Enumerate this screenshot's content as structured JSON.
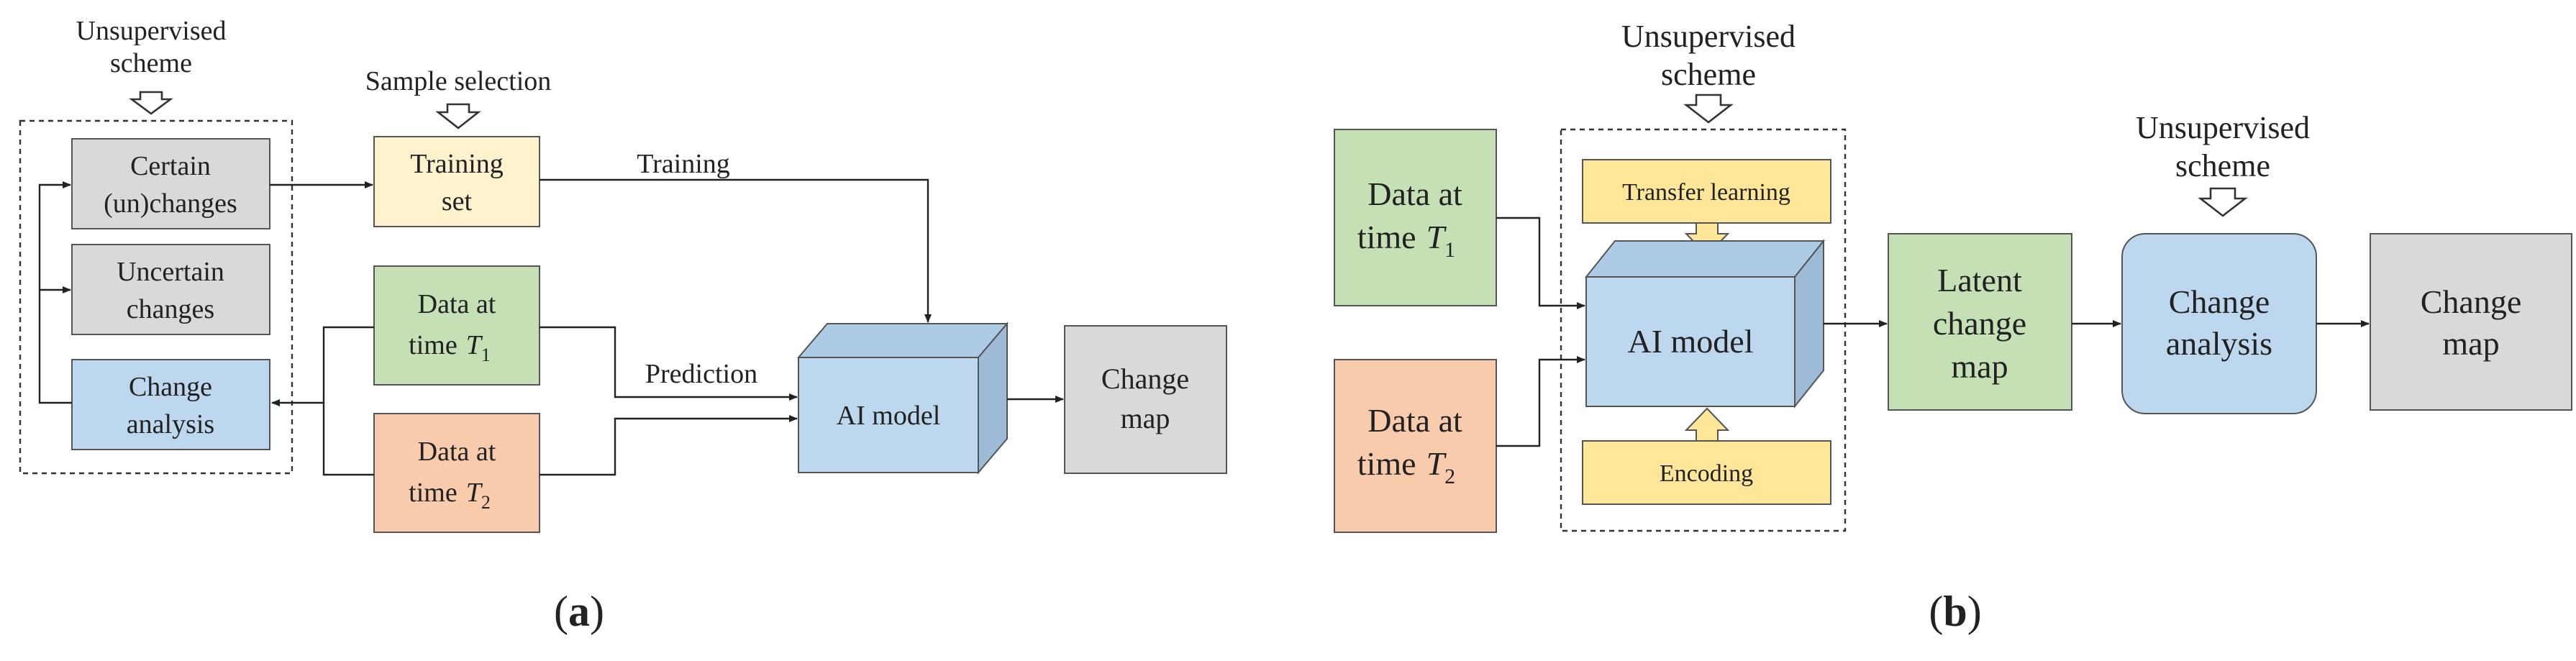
{
  "colors": {
    "gray": "#d9d9d9",
    "green": "#c5e0b4",
    "orange": "#f8cbad",
    "blue": "#bdd7ee",
    "cream": "#fff2cc",
    "yellow": "#ffe699",
    "cube_side": "#9dbad6",
    "cube_top": "#aecbe6",
    "line": "#222222"
  },
  "panel_a": {
    "unsupervised_scheme": [
      "Unsupervised",
      "scheme"
    ],
    "sample_selection": "Sample selection",
    "certain_changes": [
      "Certain",
      "(un)changes"
    ],
    "uncertain_changes": [
      "Uncertain",
      "changes"
    ],
    "change_analysis": [
      "Change",
      "analysis"
    ],
    "training_set": [
      "Training",
      "set"
    ],
    "training_label": "Training",
    "data_t1": [
      "Data at",
      "time"
    ],
    "data_t2": [
      "Data at",
      "time"
    ],
    "prediction_label": "Prediction",
    "ai_model": "AI model",
    "change_map": [
      "Change",
      "map"
    ],
    "caption": "(a)"
  },
  "panel_b": {
    "unsupervised_scheme_top": [
      "Unsupervised",
      "scheme"
    ],
    "data_t1": [
      "Data at",
      "time"
    ],
    "data_t2": [
      "Data at",
      "time"
    ],
    "transfer_learning": "Transfer learning",
    "ai_model": "AI model",
    "encoding": "Encoding",
    "latent_change_map": [
      "Latent",
      "change",
      "map"
    ],
    "unsupervised_scheme_right": [
      "Unsupervised",
      "scheme"
    ],
    "change_analysis": [
      "Change",
      "analysis"
    ],
    "change_map": [
      "Change",
      "map"
    ],
    "caption": "(b)"
  },
  "symbols": {
    "t": "T",
    "sub1": "1",
    "sub2": "2"
  }
}
